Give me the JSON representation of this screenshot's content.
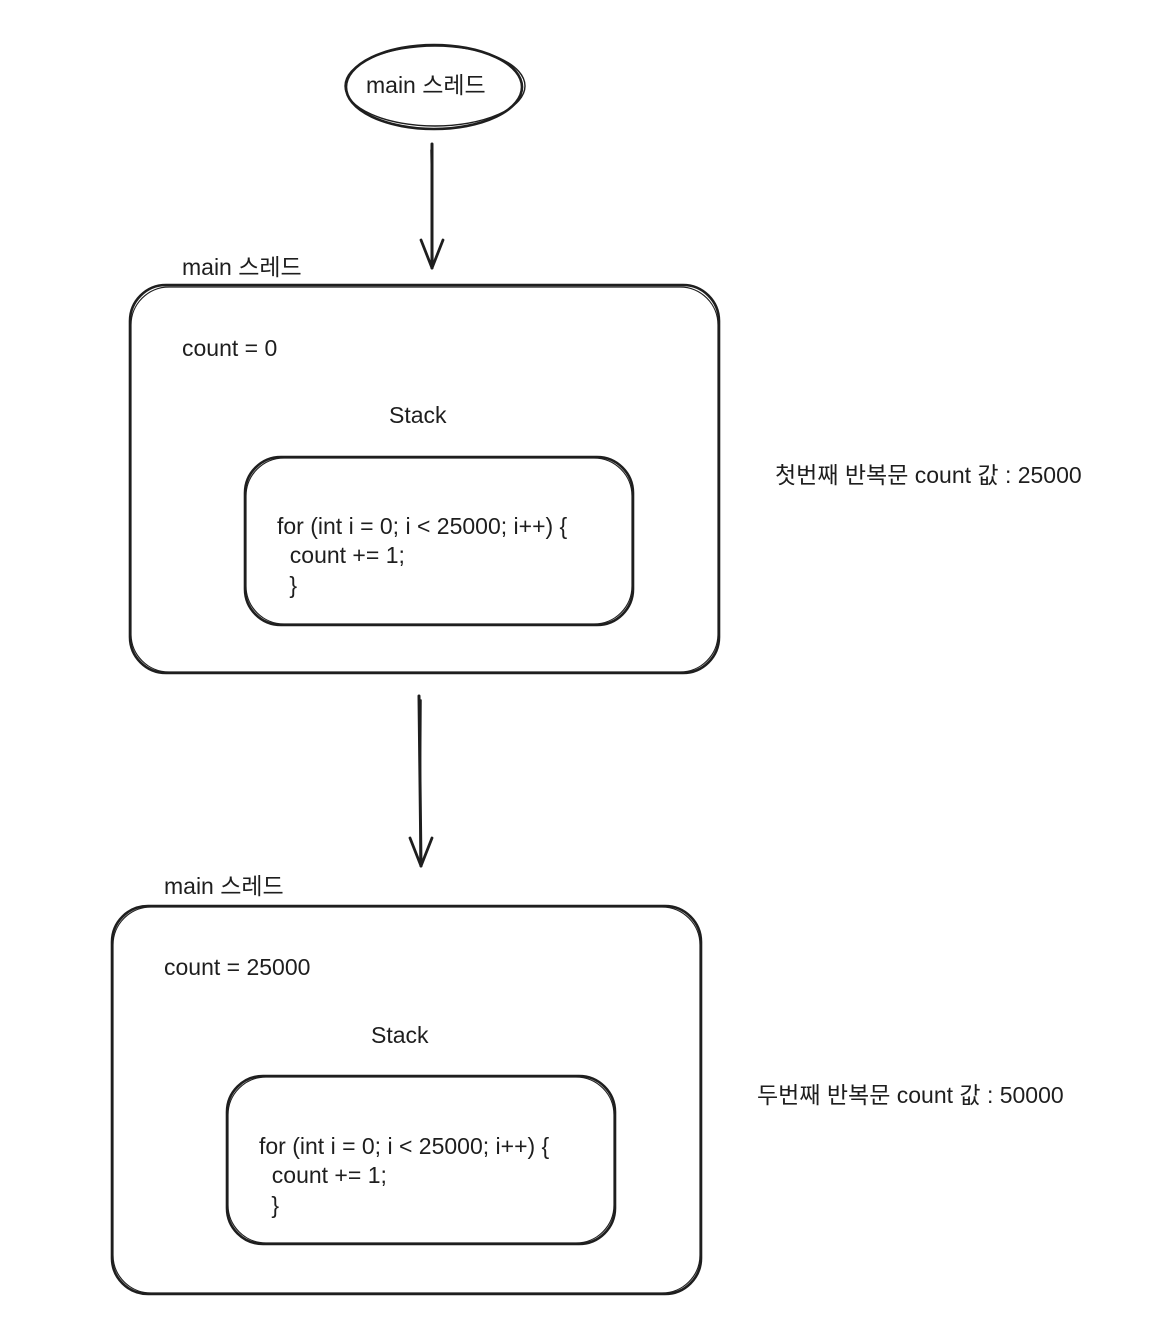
{
  "start_node": {
    "label": "main 스레드"
  },
  "frames": [
    {
      "thread_label": "main 스레드",
      "count_text": "count = 0",
      "stack_label": "Stack",
      "code_lines": [
        "for (int i = 0; i < 25000; i++) {",
        "  count += 1;",
        " }"
      ],
      "annotation": "첫번째 반복문 count 값 : 25000"
    },
    {
      "thread_label": "main 스레드",
      "count_text": "count = 25000",
      "stack_label": "Stack",
      "code_lines": [
        "for (int i = 0; i < 25000; i++) {",
        "  count += 1;",
        " }"
      ],
      "annotation": "두번째 반복문 count 값 : 50000"
    }
  ],
  "colors": {
    "stroke": "#1e1e1e",
    "background": "#ffffff"
  }
}
